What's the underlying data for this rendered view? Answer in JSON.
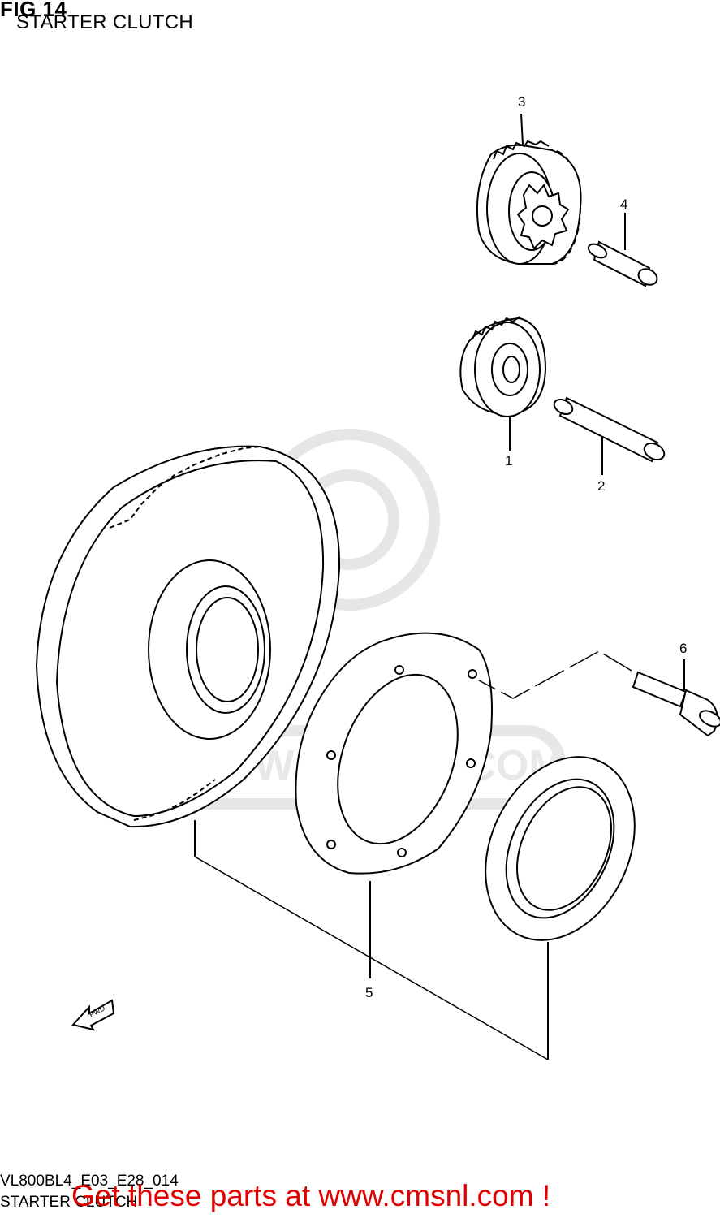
{
  "header": {
    "fig_number": "FIG 14",
    "title": "STARTER CLUTCH"
  },
  "watermark": {
    "text": "WWW.CMSNL.COM"
  },
  "callouts": [
    "1",
    "2",
    "3",
    "4",
    "5",
    "6"
  ],
  "direction_label": "FWD",
  "footer": {
    "code": "VL800BL4_E03_E28_014",
    "subtitle": "STARTER CLUTCH",
    "promo": "Get these parts at www.cmsnl.com !"
  },
  "colors": {
    "promo": "#e00000",
    "line": "#000000",
    "watermark": "#e6e6e6"
  }
}
